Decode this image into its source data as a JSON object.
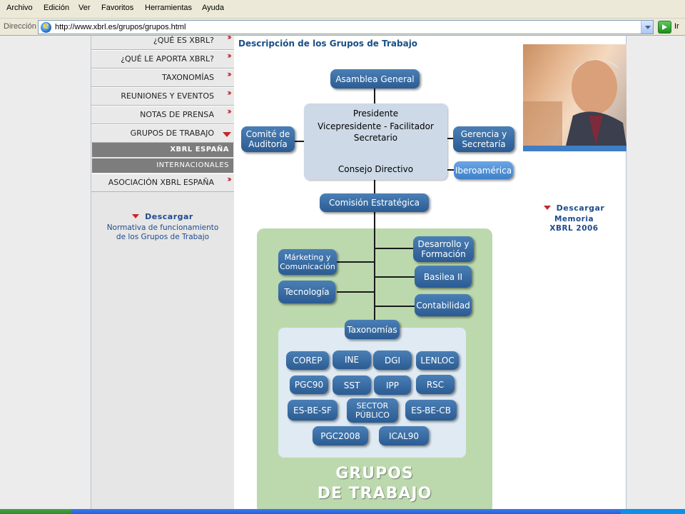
{
  "browser": {
    "menu": [
      "Archivo",
      "Edición",
      "Ver",
      "Favoritos",
      "Herramientas",
      "Ayuda"
    ],
    "address_label": "Dirección",
    "url": "http://www.xbrl.es/grupos/grupos.html",
    "go_label": "Ir"
  },
  "sidebar": {
    "nav": [
      {
        "label": "¿QUÉ ES XBRL?"
      },
      {
        "label": "¿QUÉ LE APORTA XBRL?"
      },
      {
        "label": "TAXONOMÍAS"
      },
      {
        "label": "REUNIONES Y EVENTOS"
      },
      {
        "label": "NOTAS DE PRENSA"
      },
      {
        "label": "GRUPOS DE TRABAJO"
      }
    ],
    "subnav": [
      {
        "label": "XBRL ESPAÑA"
      },
      {
        "label": "INTERNACIONALES"
      }
    ],
    "association": "ASOCIACIÓN XBRL ESPAÑA",
    "download": {
      "title": "Descargar",
      "line1": "Normativa de funcionamiento",
      "line2": "de los Grupos de Trabajo"
    }
  },
  "main": {
    "heading": "Descripción de los Grupos de Trabajo",
    "org": {
      "asamblea": "Asamblea General",
      "presidente": "Presidente",
      "vicepresidente": "Vicepresidente - Facilitador",
      "secretario": "Secretario",
      "consejo": "Consejo Directivo",
      "comite": "Comité de\nAuditoría",
      "gerencia": "Gerencia y\nSecretaría",
      "iberoamerica": "Iberoamérica",
      "comision": "Comisión Estratégica",
      "marketing": "Márketing y\nComunicación",
      "tecnologia": "Tecnología",
      "desarrollo": "Desarrollo y\nFormación",
      "basilea": "Basilea II",
      "contabilidad": "Contabilidad",
      "taxonomias": "Taxonomías",
      "taxonomy_items": [
        "COREP",
        "INE",
        "DGI",
        "LENLOC",
        "PGC90",
        "SST",
        "IPP",
        "RSC",
        "ES-BE-SF",
        "SECTOR\nPÚBLICO",
        "ES-BE-CB",
        "PGC2008",
        "ICAL90"
      ],
      "watermark_line1": "GRUPOS",
      "watermark_line2": "DE TRABAJO"
    }
  },
  "rightbar": {
    "download": {
      "title": "Descargar",
      "line1": "Memoria",
      "line2": "XBRL 2006"
    }
  }
}
